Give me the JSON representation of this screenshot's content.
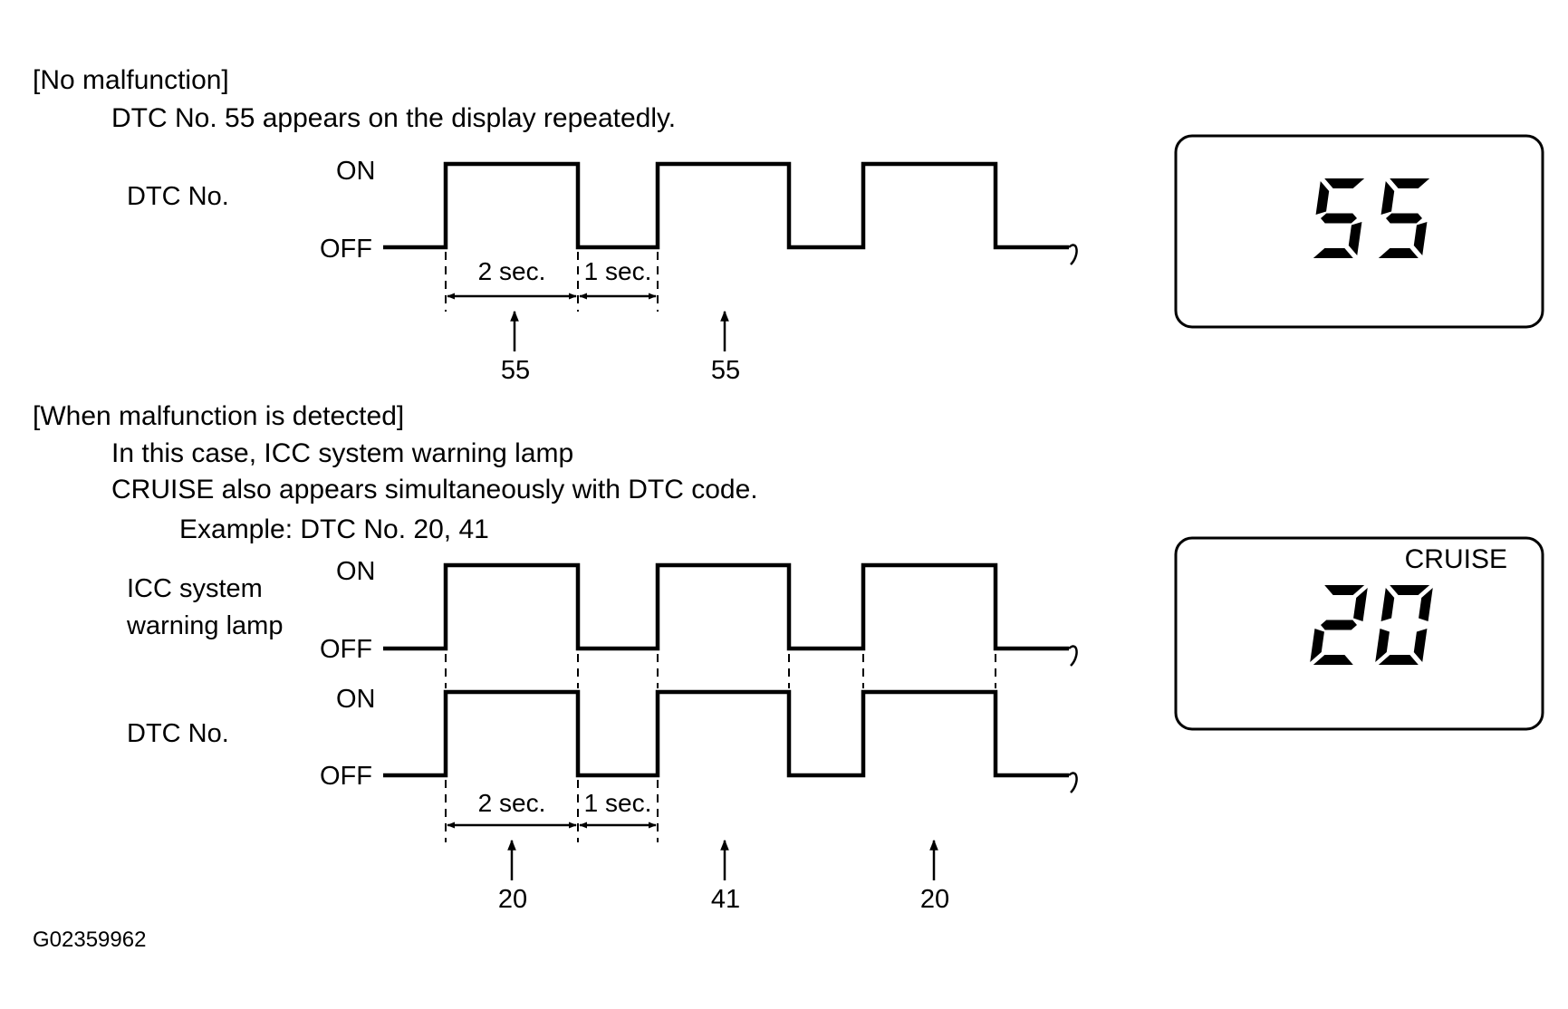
{
  "figure_id": "G02359962",
  "no_malfunction": {
    "heading": "[No malfunction]",
    "description": "DTC No. 55 appears on the display repeatedly.",
    "signal_label": "DTC No.",
    "on_label": "ON",
    "off_label": "OFF",
    "on_duration": "2 sec.",
    "off_duration": "1 sec.",
    "codes": [
      "55",
      "55"
    ],
    "display_value": "55"
  },
  "malfunction": {
    "heading": "[When malfunction is detected]",
    "description_line1": "In this case, ICC system warning lamp",
    "description_line2": "CRUISE also appears simultaneously with DTC code.",
    "example": "Example: DTC No. 20, 41",
    "lamp_label_line1": "ICC system",
    "lamp_label_line2": "warning lamp",
    "dtc_label": "DTC No.",
    "on_label": "ON",
    "off_label": "OFF",
    "on_duration": "2 sec.",
    "off_duration": "1 sec.",
    "codes": [
      "20",
      "41",
      "20"
    ],
    "display_indicator": "CRUISE",
    "display_value": "20"
  }
}
